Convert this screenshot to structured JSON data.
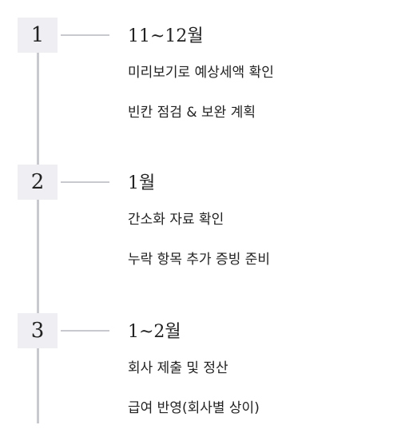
{
  "colors": {
    "badge_background": "#eeeef3",
    "line": "#c8c8cf",
    "text": "#222222"
  },
  "steps": [
    {
      "number": "1",
      "title": "11~12월",
      "items": [
        "미리보기로 예상세액 확인",
        "빈칸 점검 & 보완 계획"
      ]
    },
    {
      "number": "2",
      "title": "1월",
      "items": [
        "간소화 자료 확인",
        "누락 항목 추가 증빙 준비"
      ]
    },
    {
      "number": "3",
      "title": "1~2월",
      "items": [
        "회사 제출 및 정산",
        "급여 반영(회사별 상이)"
      ]
    }
  ]
}
